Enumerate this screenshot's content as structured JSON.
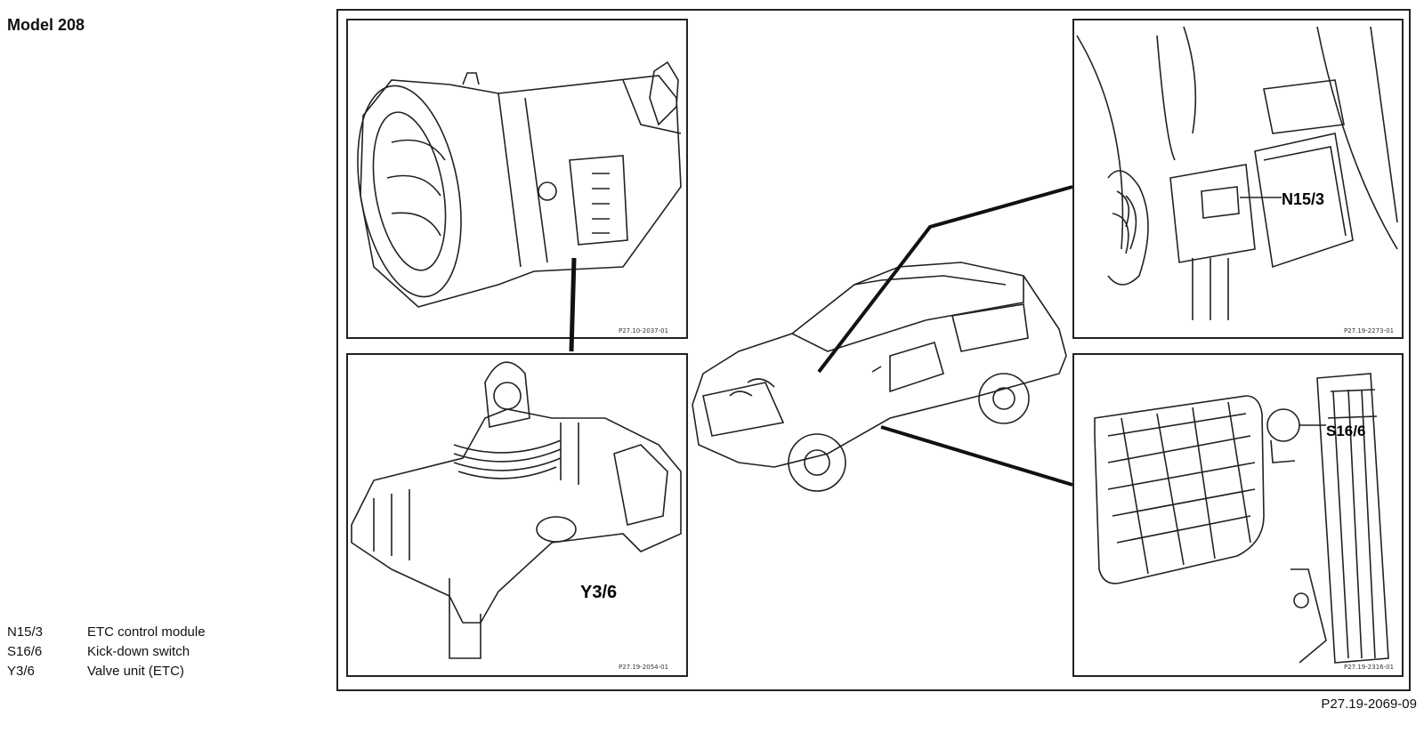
{
  "title": "Model 208",
  "figure_id": "P27.19-2069-09",
  "legend": [
    {
      "code": "N15/3",
      "desc": "ETC control module"
    },
    {
      "code": "S16/6",
      "desc": "Kick-down switch"
    },
    {
      "code": "Y3/6",
      "desc": "Valve unit (ETC)"
    }
  ],
  "panels": {
    "transmission": {
      "small_id": "P27.10-2037-01"
    },
    "valve_unit": {
      "label": "Y3/6",
      "small_id": "P27.19-2054-01"
    },
    "control_module": {
      "label": "N15/3",
      "small_id": "P27.19-2273-01"
    },
    "kickdown": {
      "label": "S16/6",
      "small_id": "P27.19-2316-01"
    }
  }
}
